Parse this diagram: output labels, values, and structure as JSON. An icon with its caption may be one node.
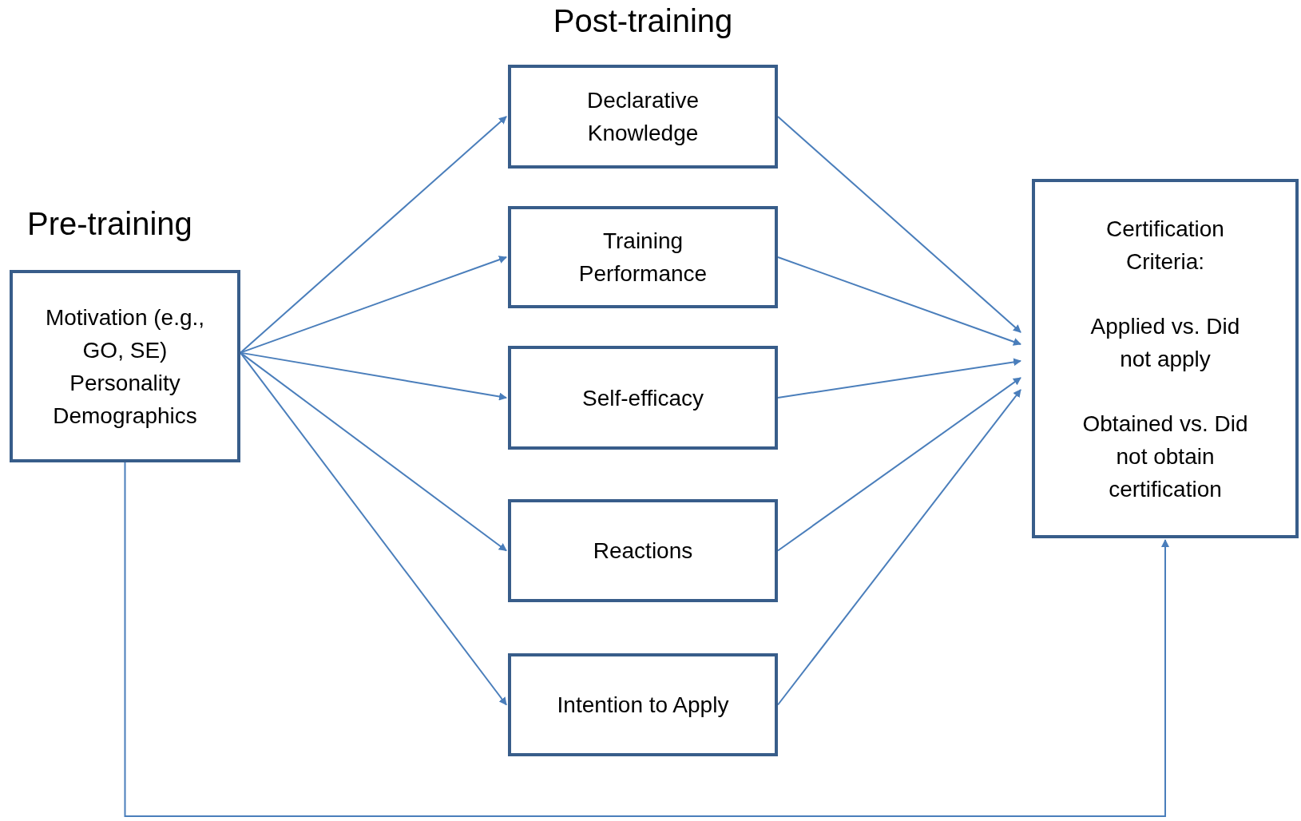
{
  "diagram": {
    "nodes": [
      {
        "text": [
          "Motivation (e.g., GO, SE) Personality Demographics"
        ]
      },
      {
        "text": [
          "Declarative Knowledge"
        ]
      },
      {
        "text": [
          "Training Performance"
        ]
      },
      {
        "text": [
          "Self-efficacy"
        ]
      },
      {
        "text": [
          "Reactions"
        ]
      },
      {
        "text": [
          "Intention to Apply"
        ]
      },
      {
        "text": [
          "Certification Criteria:",
          "Applied vs. Did not apply",
          "Obtained vs. Did not obtain certification"
        ]
      }
    ],
    "edges": [
      {
        "from": 0,
        "to": 1,
        "arrow": "to"
      },
      {
        "from": 0,
        "to": 2,
        "arrow": "to"
      },
      {
        "from": 0,
        "to": 3,
        "arrow": "to"
      },
      {
        "from": 0,
        "to": 4,
        "arrow": "to"
      },
      {
        "from": 0,
        "to": 5,
        "arrow": "to"
      },
      {
        "from": 1,
        "to": 6,
        "arrow": "to"
      },
      {
        "from": 2,
        "to": 6,
        "arrow": "to"
      },
      {
        "from": 3,
        "to": 6,
        "arrow": "to"
      },
      {
        "from": 4,
        "to": 6,
        "arrow": "to"
      },
      {
        "from": 5,
        "to": 6,
        "arrow": "to"
      },
      {
        "from": 0,
        "to": 6,
        "arrow": "to"
      }
    ],
    "labels": [
      "Post-training",
      "Pre-training"
    ]
  }
}
